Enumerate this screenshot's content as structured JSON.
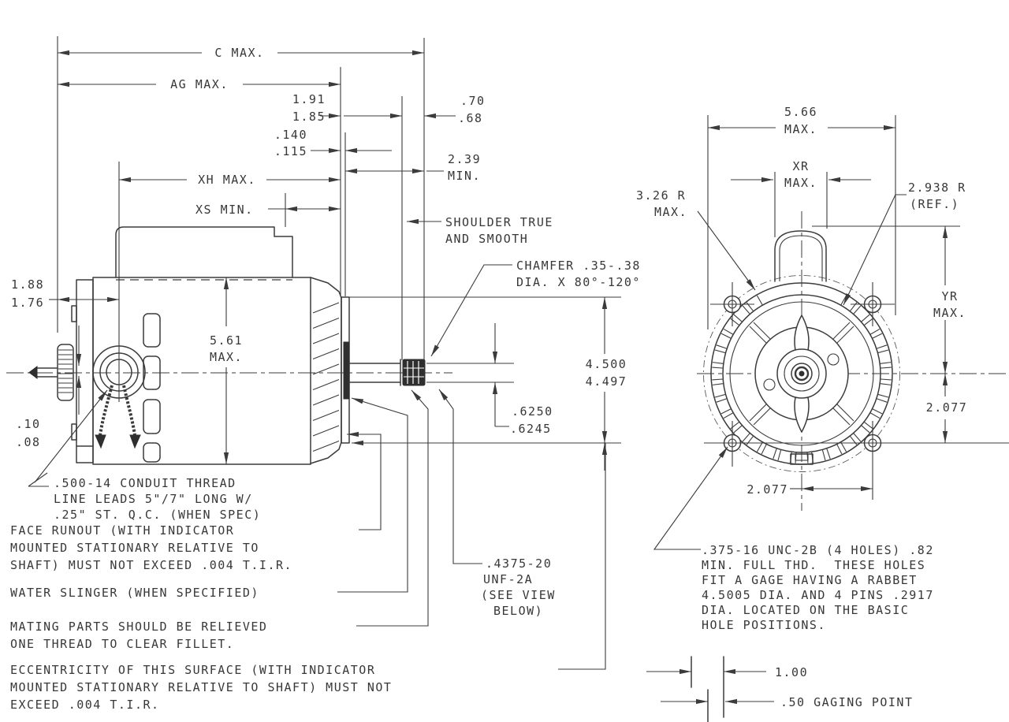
{
  "side": {
    "c_max": "C MAX.",
    "ag_max": "AG MAX.",
    "d191": "1.91",
    "d185": "1.85",
    "d70": ".70",
    "d68": ".68",
    "d140": ".140",
    "d115": ".115",
    "d239": "2.39",
    "d239_min": "MIN.",
    "xh_max": "XH MAX.",
    "xs_min": "XS MIN.",
    "shoulder": [
      "SHOULDER TRUE",
      "AND SMOOTH"
    ],
    "chamfer": [
      "CHAMFER .35-.38",
      "DIA. X 80°-120°"
    ],
    "d188": "1.88",
    "d176": "1.76",
    "d10": ".10",
    "d08": ".08",
    "d561": "5.61",
    "d561_max": "MAX.",
    "d4500": "4.500",
    "d4497": "4.497",
    "d6250": ".6250",
    "d6245": ".6245",
    "conduit_note": [
      ".500-14 CONDUIT THREAD",
      "LINE LEADS 5\"/7\" LONG W/",
      ".25\" ST. Q.C. (WHEN SPEC)"
    ],
    "face_runout_note": [
      "FACE RUNOUT (WITH INDICATOR",
      "MOUNTED STATIONARY RELATIVE TO",
      "SHAFT) MUST NOT EXCEED .004 T.I.R."
    ],
    "water_slinger_note": "WATER SLINGER (WHEN SPECIFIED)",
    "mating_note": [
      "MATING PARTS SHOULD BE RELIEVED",
      "ONE THREAD TO CLEAR FILLET."
    ],
    "ecc_note": [
      "ECCENTRICITY OF THIS SURFACE (WITH INDICATOR",
      "MOUNTED STATIONARY RELATIVE TO SHAFT) MUST NOT",
      "EXCEED .004 T.I.R."
    ],
    "unf_note": [
      ".4375-20",
      "UNF-2A",
      "(SEE VIEW",
      "BELOW)"
    ]
  },
  "end": {
    "d566": "5.66",
    "d566_max": "MAX.",
    "xr": "XR",
    "xr_max": "MAX.",
    "r326": "3.26 R",
    "r326_max": "MAX.",
    "r2938": "2.938 R",
    "r2938_ref": "(REF.)",
    "yr": "YR",
    "yr_max": "MAX.",
    "dv2077": "2.077",
    "dh2077": "2.077",
    "holes_note": [
      ".375-16 UNC-2B (4 HOLES) .82",
      "MIN. FULL THD.  THESE HOLES",
      "FIT A GAGE HAVING A RABBET",
      "4.5005 DIA. AND 4 PINS .2917",
      "DIA. LOCATED ON THE BASIC",
      "HOLE POSITIONS."
    ],
    "d100": "1.00",
    "gaging": ".50 GAGING POINT"
  }
}
